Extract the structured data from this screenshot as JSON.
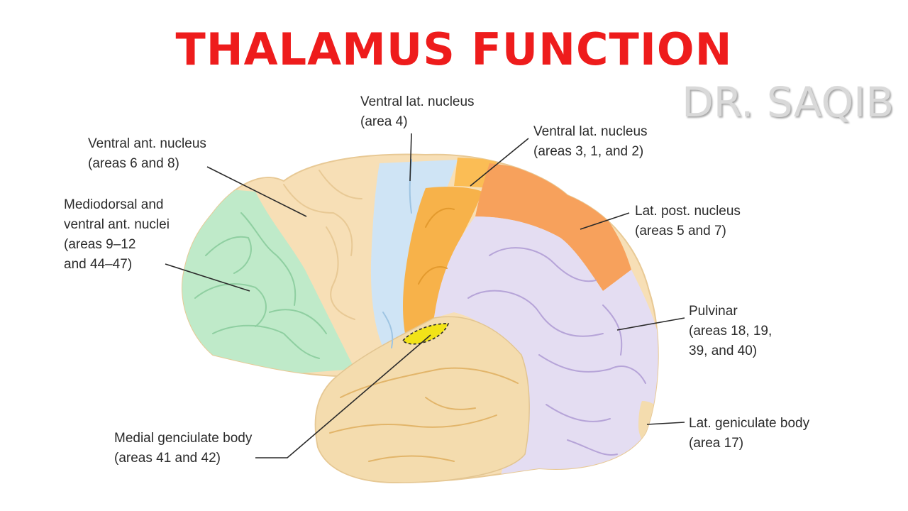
{
  "title": "THALAMUS FUNCTION",
  "author": "DR. SAQIB",
  "labels": {
    "ventral_lat_top": [
      "Ventral lat. nucleus",
      "(area 4)"
    ],
    "ventral_lat_right": [
      "Ventral lat. nucleus",
      "(areas 3, 1, and 2)"
    ],
    "ventral_ant": [
      "Ventral ant. nucleus",
      "(areas 6 and 8)"
    ],
    "mediodorsal": [
      "Mediodorsal and",
      "ventral ant. nuclei",
      "(areas 9–12",
      "and 44–47)"
    ],
    "lat_post": [
      "Lat. post. nucleus",
      "(areas 5 and 7)"
    ],
    "pulvinar": [
      "Pulvinar",
      "(areas 18, 19,",
      "39, and 40)"
    ],
    "lat_geniculate": [
      "Lat. geniculate body",
      "(area 17)"
    ],
    "medial_geniculate": [
      "Medial genciulate body",
      "(areas 41 and 42)"
    ]
  },
  "colors": {
    "title": "#ee1c1c",
    "prefrontal": "#bfeac9",
    "premotor": "#f7dfb6",
    "motor": "#cfe4f5",
    "somatosensory": "#f7b24a",
    "somatosensory_upper": "#fbbd55",
    "parietal": "#f7a15c",
    "occipital": "#e4ddf2",
    "temporal": "#f4dcae",
    "auditory": "#f2e318"
  }
}
